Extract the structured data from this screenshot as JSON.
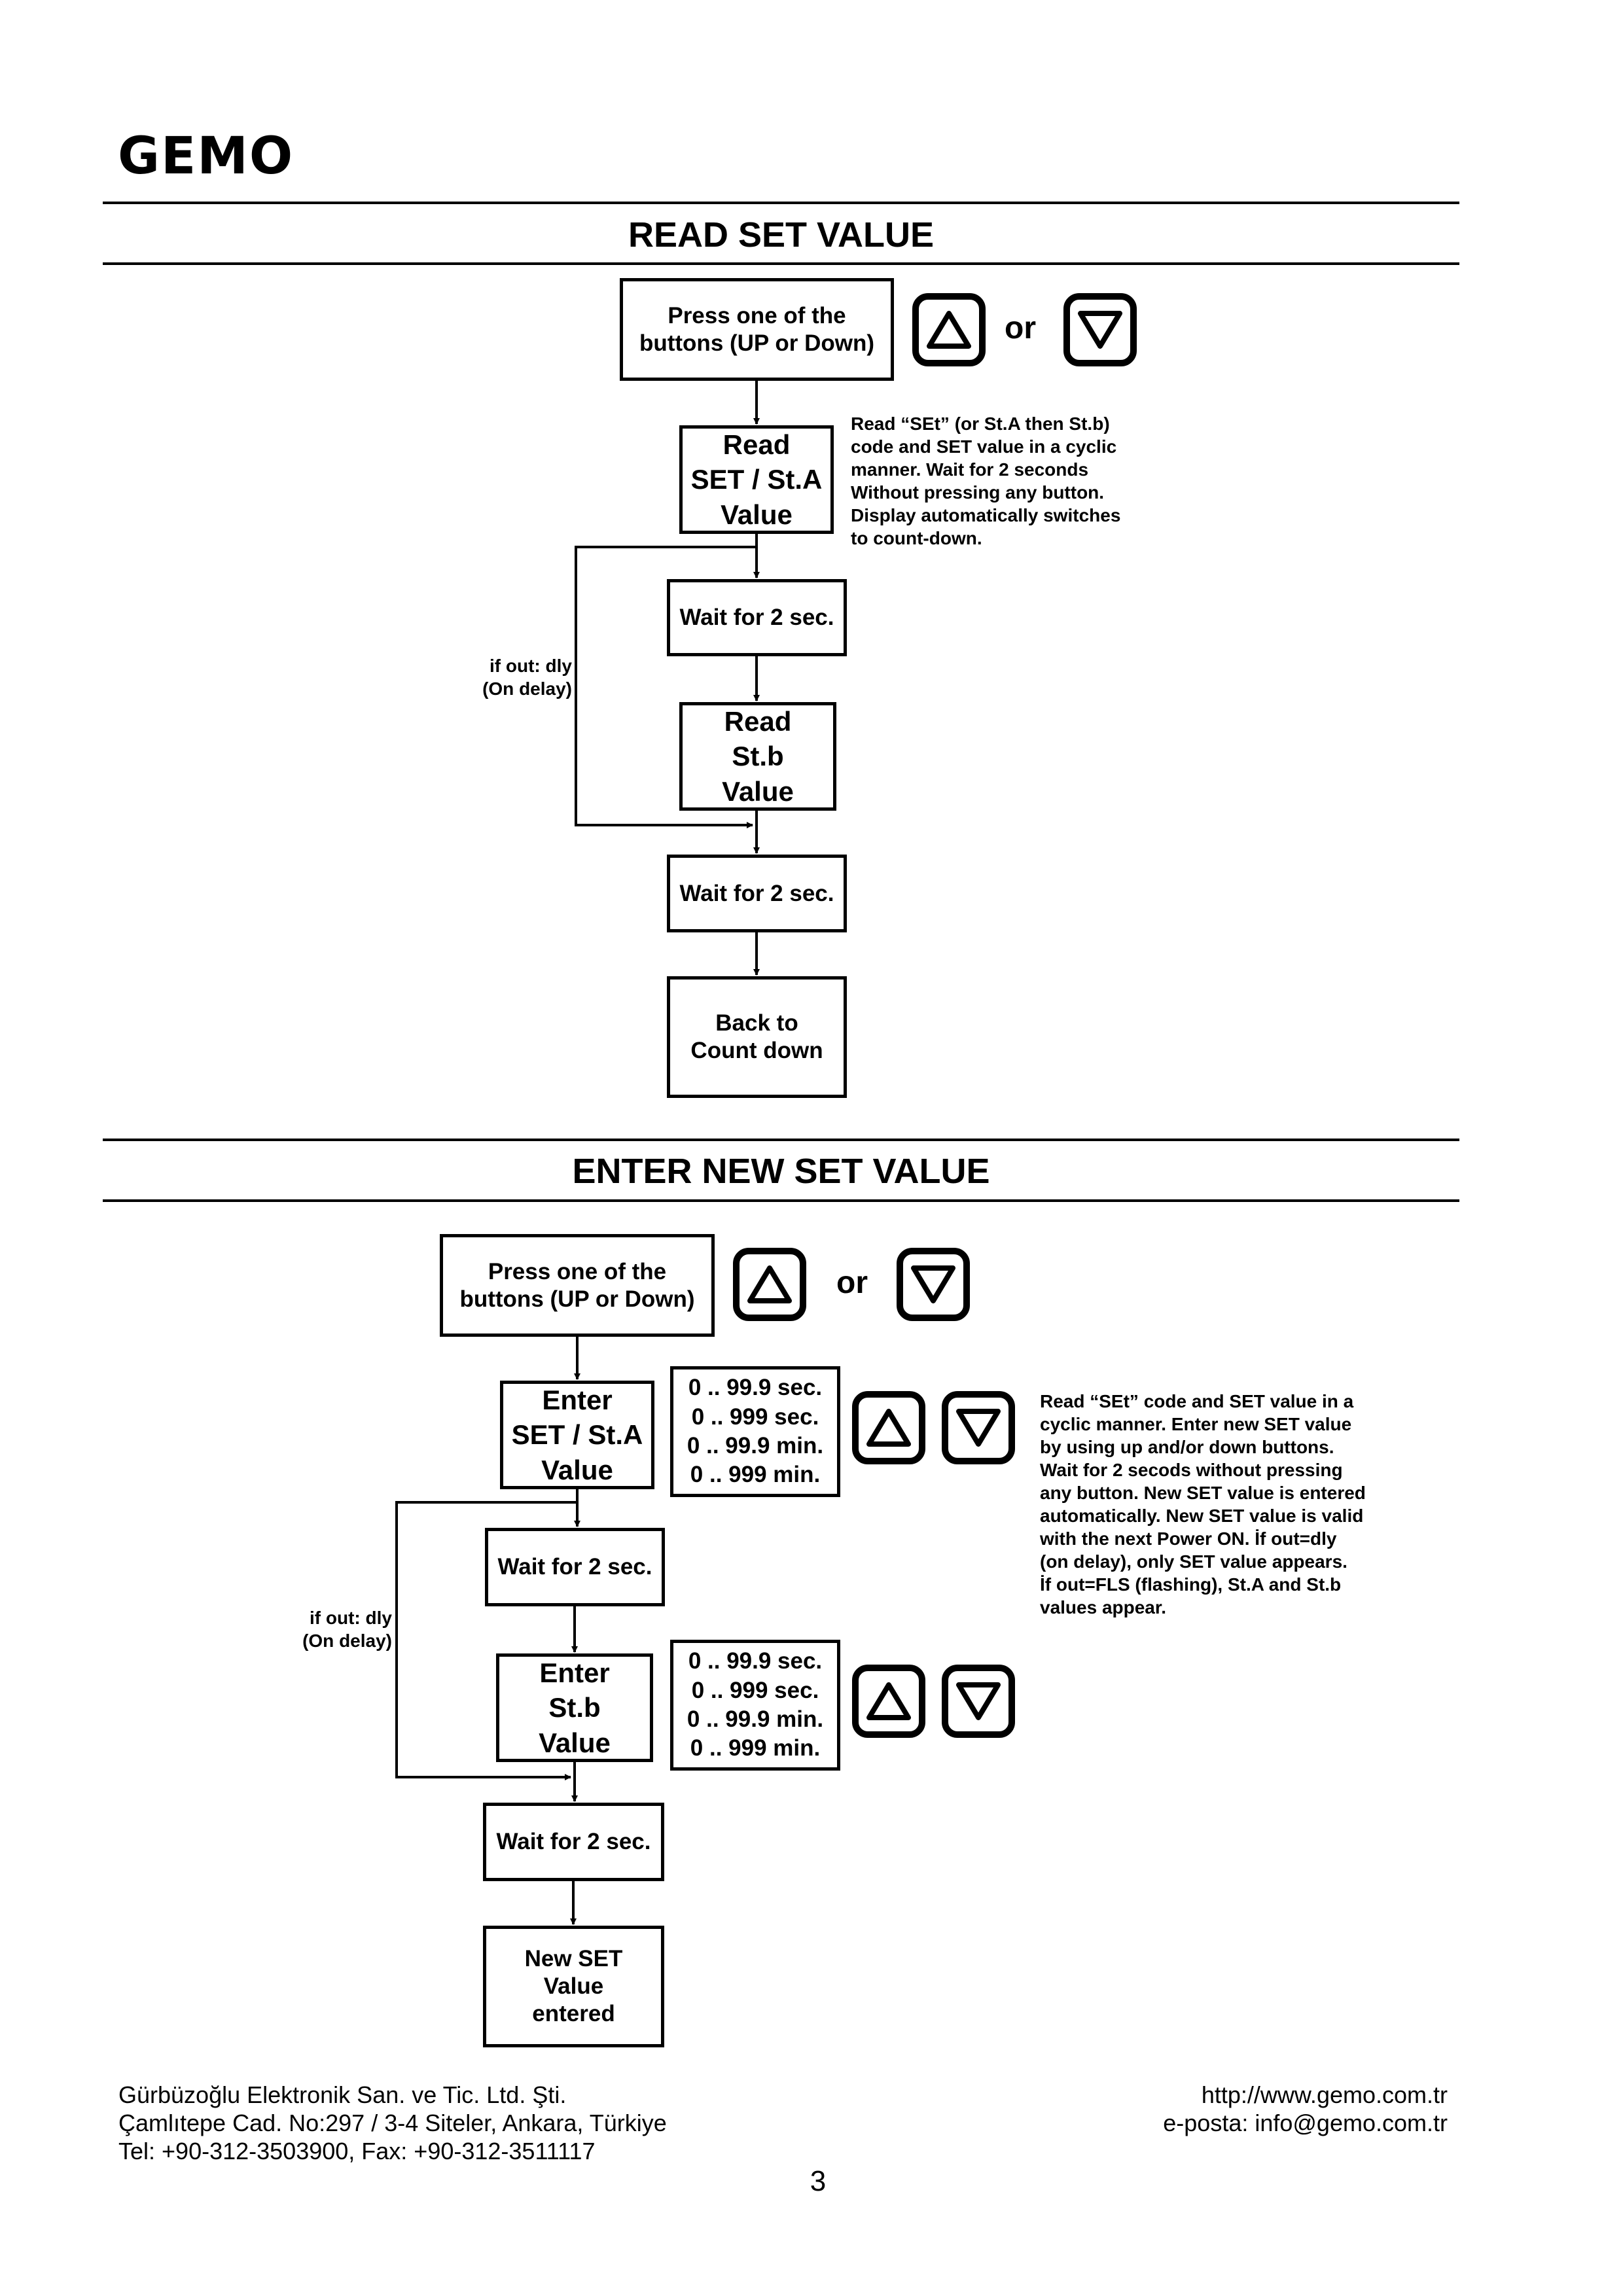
{
  "logo": "GEMO",
  "sections": {
    "read": {
      "title": "READ SET VALUE",
      "press": "Press one of the\nbuttons (UP or Down)",
      "or": "or",
      "read_sta": "Read\nSET / St.A\nValue",
      "note": "Read “SEt” (or St.A then St.b)\ncode and SET value in a cyclic\nmanner. Wait for 2 seconds\nWithout pressing any button.\nDisplay automatically switches\nto count-down.",
      "wait1": "Wait for 2 sec.",
      "branch": "if out: dly\n(On delay)",
      "read_stb": "Read\nSt.b\nValue",
      "wait2": "Wait for 2 sec.",
      "back": "Back to\nCount down"
    },
    "enter": {
      "title": "ENTER NEW SET VALUE",
      "press": "Press one of the\nbuttons (UP or Down)",
      "or": "or",
      "enter_sta": "Enter\nSET / St.A\nValue",
      "ranges": "0 .. 99.9 sec.\n0 .. 999 sec.\n0 .. 99.9 min.\n0 .. 999 min.",
      "note": "Read “SEt” code and SET value in a\ncyclic manner. Enter new SET value\nby using up and/or down buttons.\nWait for 2 secods without pressing\nany button. New SET value is entered\nautomatically. New SET value is valid\nwith the next Power ON. İf out=dly\n(on delay), only SET value appears.\nİf out=FLS (flashing), St.A and St.b\nvalues appear.",
      "wait1": "Wait for 2 sec.",
      "branch": "if out: dly\n(On delay)",
      "enter_stb": "Enter\nSt.b\nValue",
      "ranges2": "0 .. 99.9 sec.\n0 .. 999 sec.\n0 .. 99.9 min.\n0 .. 999 min.",
      "wait2": "Wait for 2 sec.",
      "done": "New SET\nValue\nentered"
    }
  },
  "icons": {
    "up": "up-arrow-button-icon",
    "down": "down-arrow-button-icon"
  },
  "footer": {
    "company": "Gürbüzoğlu Elektronik San. ve Tic. Ltd. Şti.\nÇamlıtepe Cad. No:297 / 3-4 Siteler, Ankara, Türkiye\nTel: +90-312-3503900, Fax: +90-312-3511117",
    "web": "http://www.gemo.com.tr\ne-posta: info@gemo.com.tr",
    "page": "3"
  }
}
